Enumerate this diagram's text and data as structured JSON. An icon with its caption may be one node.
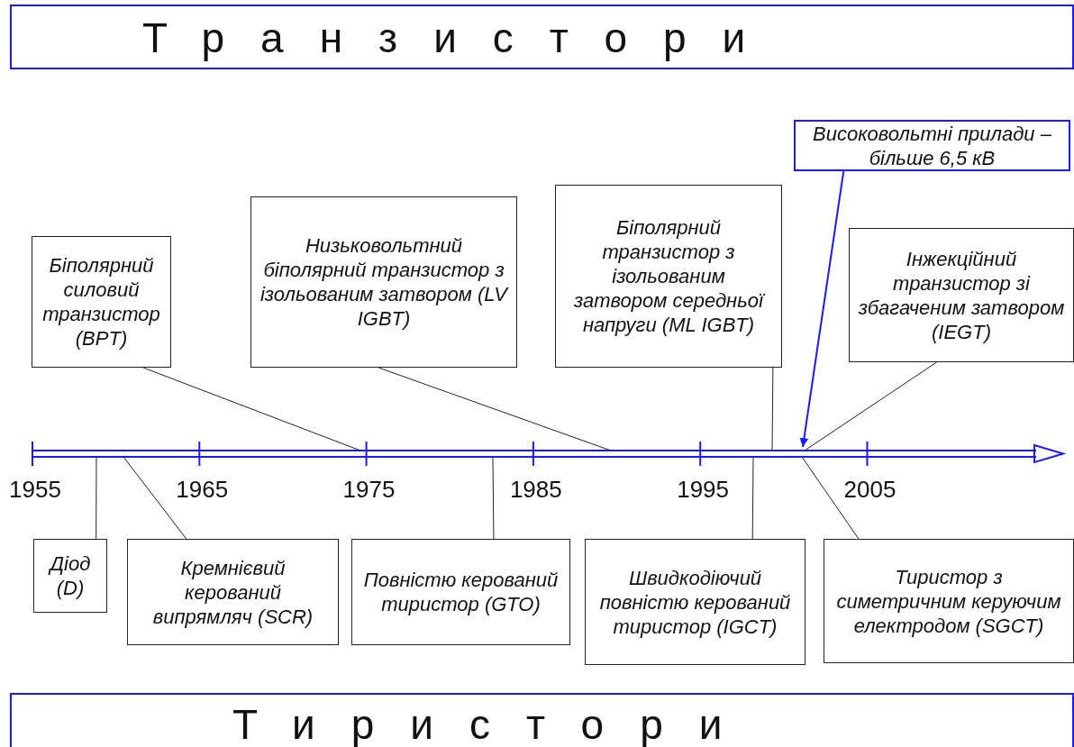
{
  "diagram": {
    "nodes": [
      {
        "text": [
          "Транзистори"
        ]
      },
      {
        "text": [
          "Тиристори"
        ]
      },
      {
        "text": [
          "Біполярний силовий транзистор (BPT)"
        ]
      },
      {
        "text": [
          "Низьковольтний біполярний транзистор з ізольованим затвором (LV IGBT)"
        ]
      },
      {
        "text": [
          "Біполярний транзистор з ізольованим затвором середньої напруги (ML IGBT)"
        ]
      },
      {
        "text": [
          "Високовольтні прилади – більше 6,5 кВ"
        ]
      },
      {
        "text": [
          "Інжекційний транзистор зі збагаченим затвором (IEGT)"
        ]
      },
      {
        "text": [
          "Діод (D)"
        ]
      },
      {
        "text": [
          "Кремнієвий керований випрямляч (SCR)"
        ]
      },
      {
        "text": [
          "Повністю керований тиристор (GTO)"
        ]
      },
      {
        "text": [
          "Швидкодіючий повністю керований тиристор (IGCT)"
        ]
      },
      {
        "text": [
          "Тиристор з симетричним керуючим електродом (SGCT)"
        ]
      }
    ],
    "edges": [
      {
        "from": 2,
        "to": null,
        "arrow": "none"
      },
      {
        "from": 3,
        "to": null,
        "arrow": "none"
      },
      {
        "from": 4,
        "to": null,
        "arrow": "none"
      },
      {
        "from": 5,
        "to": null,
        "arrow": "to",
        "color": "#1a1aff"
      },
      {
        "from": 6,
        "to": null,
        "arrow": "none"
      },
      {
        "from": 7,
        "to": null,
        "arrow": "none"
      },
      {
        "from": 8,
        "to": null,
        "arrow": "none"
      },
      {
        "from": 9,
        "to": null,
        "arrow": "none"
      },
      {
        "from": 10,
        "to": null,
        "arrow": "none"
      },
      {
        "from": 11,
        "to": null,
        "arrow": "none"
      }
    ],
    "labels": [
      "1955",
      "1965",
      "1975",
      "1985",
      "1995",
      "2005"
    ]
  }
}
